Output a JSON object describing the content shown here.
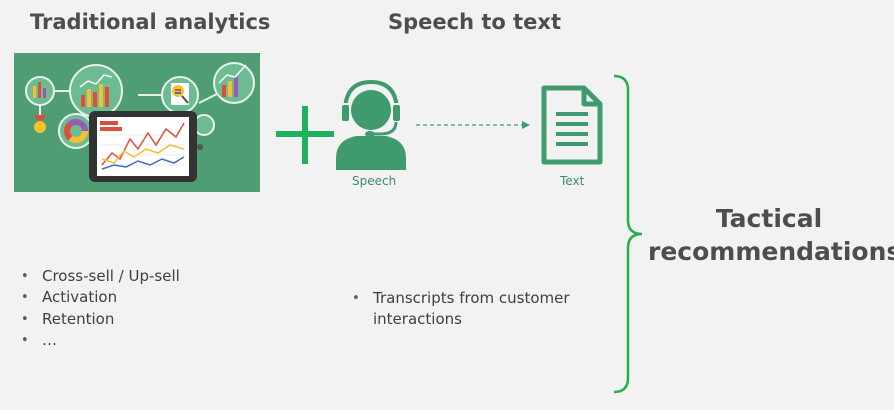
{
  "headings": {
    "left": "Traditional analytics",
    "middle": "Speech to text"
  },
  "labels": {
    "speech": "Speech",
    "text": "Text"
  },
  "lists": {
    "left": [
      "Cross-sell / Up-sell",
      "Activation",
      "Retention",
      "…"
    ],
    "middle": [
      "Transcripts from customer interactions"
    ]
  },
  "outcome": {
    "line1": "Tactical",
    "line2": "recommendations"
  },
  "icons": {
    "analytics": "analytics-dashboard-illustration",
    "plus": "plus-icon",
    "speaker": "headset-person-icon",
    "arrow": "dashed-arrow-icon",
    "document": "document-icon",
    "brace": "right-brace-icon"
  },
  "colors": {
    "accent": "#3f9a6e",
    "panel_bg": "#4e9d73",
    "plus": "#1db25b",
    "brace": "#27ae4e",
    "heading": "#4d4d4d",
    "body_text": "#404040",
    "background": "#f2f2f2"
  }
}
